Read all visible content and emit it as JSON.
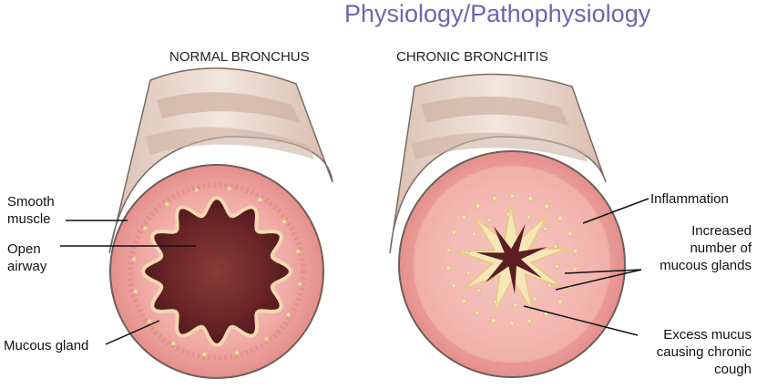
{
  "header": {
    "title": "Physiology/Pathophysiology"
  },
  "panels": [
    {
      "heading": "NORMAL BRONCHUS"
    },
    {
      "heading": "CHRONIC BRONCHITIS"
    }
  ],
  "labels": {
    "smooth_muscle_1": "Smooth",
    "smooth_muscle_2": "muscle",
    "open_airway_1": "Open",
    "open_airway_2": "airway",
    "mucous_gland": "Mucous gland",
    "inflammation": "Inflammation",
    "increased_1": "Increased",
    "increased_2": "number of",
    "increased_3": "mucous glands",
    "excess_1": "Excess mucus",
    "excess_2": "causing chronic",
    "excess_3": "cough"
  },
  "colors": {
    "title": "#6b66b0",
    "outer_tube": "#e9d6c8",
    "tissue": "#f2b3ae",
    "lumen": "#5b1f22",
    "mucus": "#f6e7b8"
  }
}
